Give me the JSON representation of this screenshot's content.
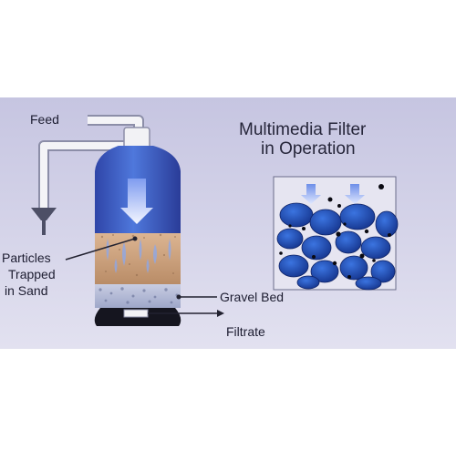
{
  "diagram": {
    "title_line1": "Multimedia Filter",
    "title_line2": "in Operation",
    "labels": {
      "feed": "Feed",
      "particles_line1": "Particles",
      "particles_line2": "Trapped",
      "particles_line3": "in Sand",
      "gravel_bed": "Gravel Bed",
      "filtrate": "Filtrate"
    }
  },
  "colors": {
    "background_top": "#c9c8e3",
    "background_bottom": "#e1e0ef",
    "tank_blue": "#3f63c9",
    "tank_dark": "#26348c",
    "sand": "#cfa67e",
    "gravel": "#b9bfd8",
    "pipe": "#f2f2f2",
    "text": "#1c1c30"
  },
  "icons": [
    "feed-pipe",
    "funnel-icon",
    "flow-arrow-icon",
    "filter-tank",
    "gravel-grains"
  ]
}
